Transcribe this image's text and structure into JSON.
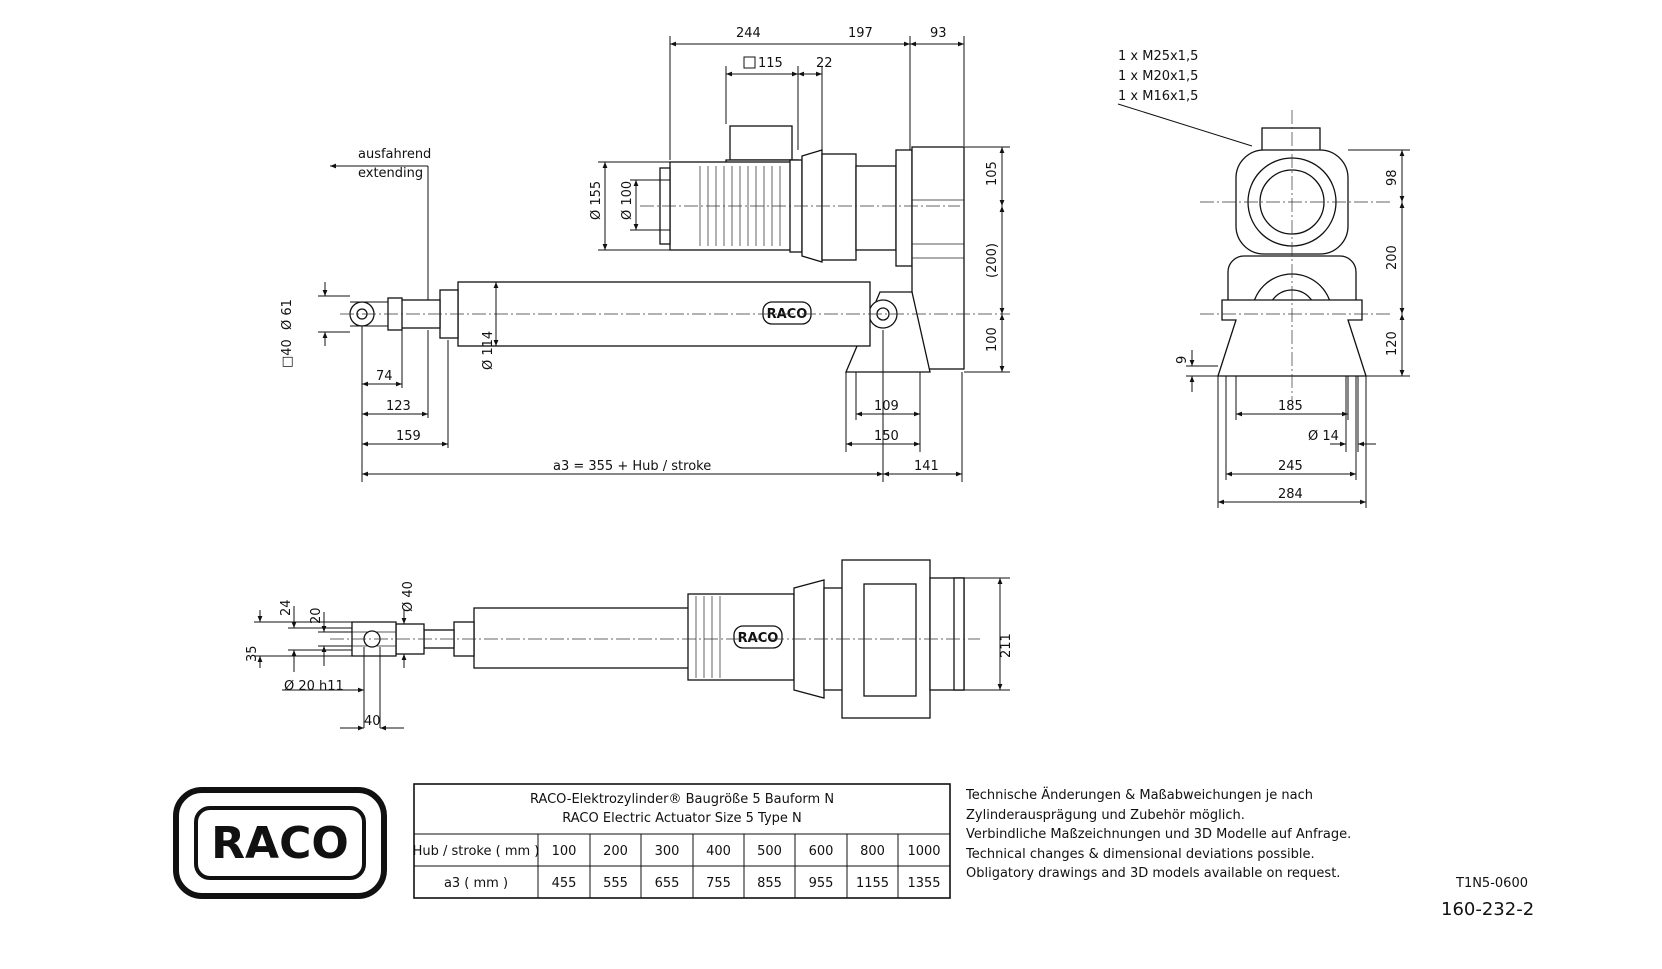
{
  "brand": {
    "logo_text": "RACO",
    "badge_text": "RACO"
  },
  "directions": {
    "de": "ausfahrend",
    "en": "extending"
  },
  "dimensions": {
    "d244": "244",
    "d197": "197",
    "d93": "93",
    "sq115": "115",
    "d22": "22",
    "dia155": "Ø 155",
    "dia100": "Ø 100",
    "dia61": "Ø 61",
    "sq40": "□40",
    "dia114": "Ø 114",
    "d74": "74",
    "d123": "123",
    "d159": "159",
    "a3": "a3 = 355 + Hub / stroke",
    "d141": "141",
    "d109": "109",
    "d150": "150",
    "d105": "105",
    "d200p": "(200)",
    "d100": "100",
    "threads": [
      "1 x M25x1,5",
      "1 x M20x1,5",
      "1 x M16x1,5"
    ],
    "d98": "98",
    "d200": "200",
    "d120": "120",
    "d9": "9",
    "d185": "185",
    "dia14": "Ø 14",
    "d245": "245",
    "d284": "284",
    "dia40": "Ø 40",
    "d24": "24",
    "d20": "20",
    "d35": "35",
    "dia20h11": "Ø 20 h11",
    "d40": "40",
    "d211": "211"
  },
  "table": {
    "title_de": "RACO-Elektrozylinder® Baugröße 5 Bauform N",
    "title_en": "RACO Electric Actuator Size 5 Type N",
    "row_labels": [
      "Hub / stroke ( mm )",
      "a3 ( mm )"
    ],
    "stroke": [
      "100",
      "200",
      "300",
      "400",
      "500",
      "600",
      "800",
      "1000"
    ],
    "a3": [
      "455",
      "555",
      "655",
      "755",
      "855",
      "955",
      "1155",
      "1355"
    ]
  },
  "notes": [
    "Technische Änderungen & Maßabweichungen je nach",
    "Zylinderausprägung und Zubehör möglich.",
    "Verbindliche Maßzeichnungen und 3D Modelle auf Anfrage.",
    "Technical changes & dimensional deviations possible.",
    "Obligatory drawings and 3D models available on request."
  ],
  "doc": {
    "code": "T1N5-0600",
    "number": "160-232-2"
  }
}
